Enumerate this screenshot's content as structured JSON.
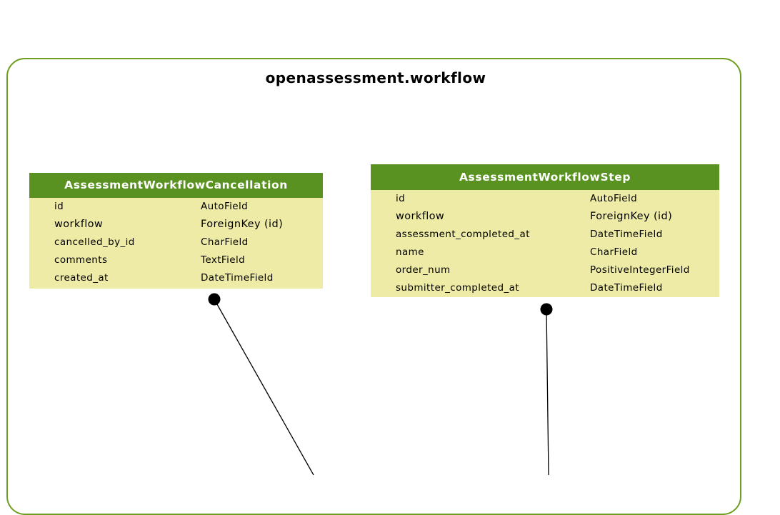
{
  "cluster": {
    "title": "openassessment.workflow"
  },
  "tables": {
    "cancellation": {
      "name": "AssessmentWorkflowCancellation",
      "fields": [
        {
          "name": "id",
          "type": "AutoField"
        },
        {
          "name": "workflow",
          "type": "ForeignKey (id)"
        },
        {
          "name": "cancelled_by_id",
          "type": "CharField"
        },
        {
          "name": "comments",
          "type": "TextField"
        },
        {
          "name": "created_at",
          "type": "DateTimeField"
        }
      ]
    },
    "step": {
      "name": "AssessmentWorkflowStep",
      "fields": [
        {
          "name": "id",
          "type": "AutoField"
        },
        {
          "name": "workflow",
          "type": "ForeignKey (id)"
        },
        {
          "name": "assessment_completed_at",
          "type": "DateTimeField"
        },
        {
          "name": "name",
          "type": "CharField"
        },
        {
          "name": "order_num",
          "type": "PositiveIntegerField"
        },
        {
          "name": "submitter_completed_at",
          "type": "DateTimeField"
        }
      ]
    }
  },
  "colors": {
    "cluster_border": "#6e9e1f",
    "table_header": "#5a9221",
    "table_body": "#eeeba6",
    "edge": "#000000"
  }
}
